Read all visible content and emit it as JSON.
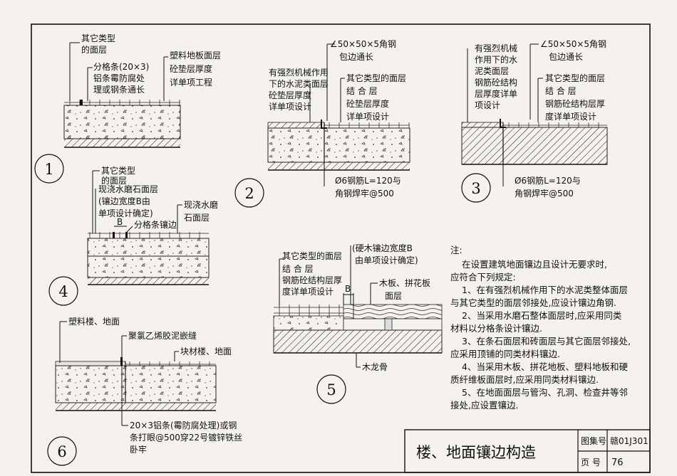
{
  "title_block": {
    "title": "楼、地面镶边构造",
    "atlas_label": "图集号",
    "atlas_no": "赣01J301",
    "page_label": "页 号",
    "page_no": "76"
  },
  "details": {
    "d1": {
      "num": "1",
      "labels": [
        "其它类型",
        "的面层",
        "分格条(20×3)",
        "铝条霉防腐处",
        "理或钢条通长",
        "塑料地板面层",
        "砼垫层厚度",
        "详单项工程"
      ]
    },
    "d2": {
      "num": "2",
      "labels": [
        "∠50×50×5角钢",
        "包边通长",
        "有强烈机械作用",
        "下的水泥类面层",
        "砼垫层厚度",
        "详单项设计",
        "其它类型的面层",
        "结 合 层",
        "砼垫层厚度",
        "详单项设计",
        "Ø6钢筋L=120与",
        "角钢焊牢@500"
      ]
    },
    "d3": {
      "num": "3",
      "labels": [
        "有强烈机械",
        "作用下的水",
        "泥类面层",
        "钢筋砼结构",
        "层厚度详单",
        "项设计",
        "∠50×50×5角钢",
        "包边通长",
        "其它类型的面层",
        "结 合 层",
        "钢筋砼结构层厚",
        "度详单项设计",
        "Ø6钢筋L=120与",
        "角钢焊牢@500"
      ]
    },
    "d4": {
      "num": "4",
      "labels": [
        "其它类型",
        "的面层",
        "现浇水磨石面层",
        "(镶边宽度B由",
        "单项设计确定)",
        "现浇水磨",
        "石面层",
        "B",
        "分格条镶边"
      ]
    },
    "d5": {
      "num": "5",
      "labels": [
        "(硬木镶边宽度B",
        "由单项设计确定)",
        "其它类型的面层",
        "结 合 层",
        "钢筋砼结构层厚",
        "度详单项设计",
        "B",
        "木板、拼花板",
        "面层",
        "木龙骨"
      ]
    },
    "d6": {
      "num": "6",
      "labels": [
        "塑料楼、地面",
        "聚氯乙烯胶泥嵌缝",
        "块材楼、地面",
        "20×3铝条(霉防腐处理)或钢",
        "条打眼@500穿22号镀锌铁丝",
        "卧牢"
      ]
    }
  },
  "notes": {
    "heading": "注:",
    "lines": [
      "在设置建筑地面镶边且设计无要求时,",
      "应符合下列规定:",
      "1、在有强烈机械作用下的水泥类整体面层",
      "与其它类型的面层邻接处,应设计镶边角钢.",
      "2、当采用水磨石整体面层时,应采用同类",
      "材料以分格条设计镶边.",
      "3、在条石面层和砖面层与其它面层邻接处,",
      "应采用顶铺的同类材料镶边.",
      "4、当采用木板、拼花地板、塑料地板和硬",
      "质纤维板面层时,应采用同类材料镶边.",
      "5、在地面面层与管沟、孔洞、检查井等邻",
      "接处,应设置镶边."
    ]
  }
}
